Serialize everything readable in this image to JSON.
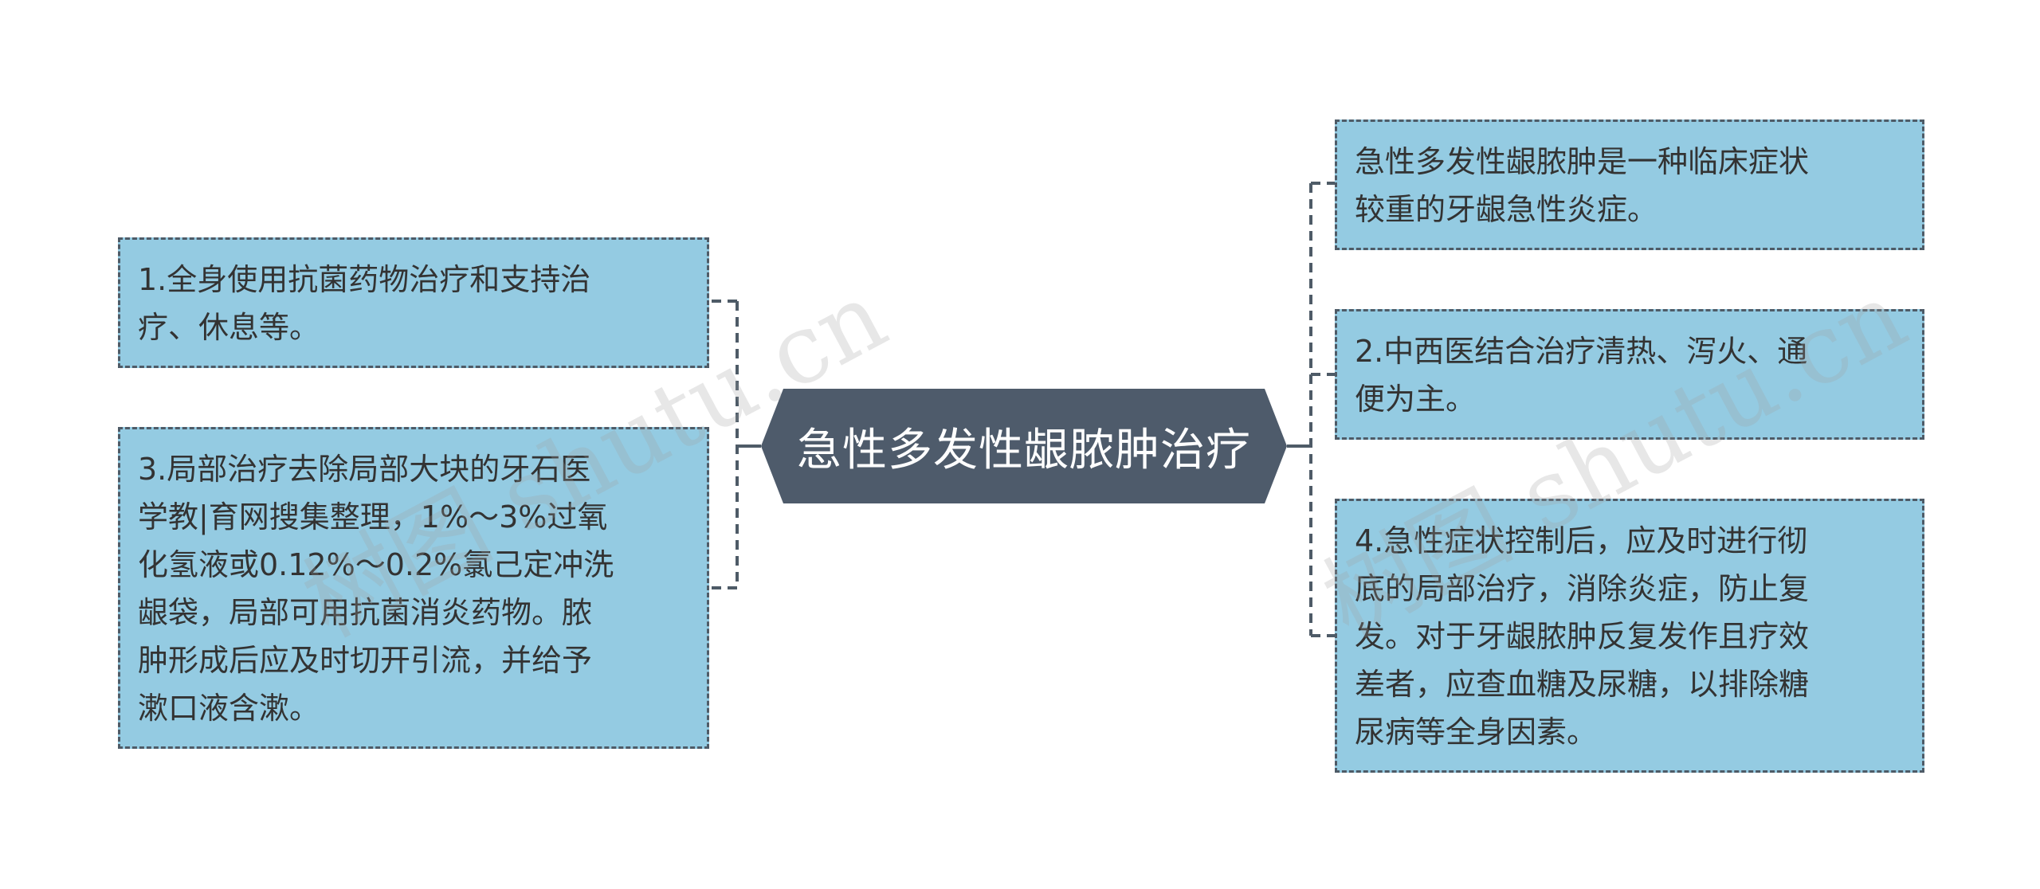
{
  "center": {
    "label": "急性多发性龈脓肿治疗"
  },
  "left_branches": [
    {
      "text": "1.全身使用抗菌药物治疗和支持治\n疗、休息等。"
    },
    {
      "text": "3.局部治疗去除局部大块的牙石医\n学教|育网搜集整理，1%～3%过氧\n化氢液或0.12%～0.2%氯己定冲洗\n龈袋，局部可用抗菌消炎药物。脓\n肿形成后应及时切开引流，并给予\n漱口液含漱。"
    }
  ],
  "right_branches": [
    {
      "text": "急性多发性龈脓肿是一种临床症状\n较重的牙龈急性炎症。"
    },
    {
      "text": "2.中西医结合治疗清热、泻火、通\n便为主。"
    },
    {
      "text": "4.急性症状控制后，应及时进行彻\n底的局部治疗，消除炎症，防止复\n发。对于牙龈脓肿反复发作且疗效\n差者，应查血糖及尿糖，以排除糖\n尿病等全身因素。"
    }
  ],
  "watermarks": [
    "树图 shutu.cn",
    "树图 shutu.cn"
  ],
  "colors": {
    "node_fill": "#94cbe2",
    "node_border": "#4e5b67",
    "center_fill": "#4e5b6b",
    "connector": "#4e5b67"
  }
}
